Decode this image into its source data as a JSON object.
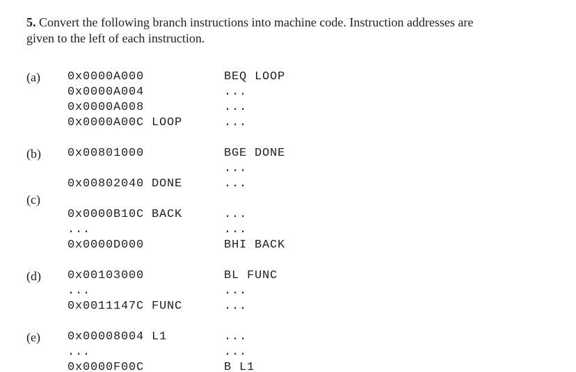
{
  "title": {
    "number": "5.",
    "line1": "Convert the following branch instructions into machine code. Instruction addresses are",
    "line2": "given to the left of each instruction."
  },
  "colors": {
    "background": "#ffffff",
    "text": "#1f1f1f"
  },
  "sections": [
    {
      "id": "a",
      "label": "(a)",
      "label_own_line": false,
      "rows": [
        {
          "address": "0x0000A000",
          "label": "",
          "instruction": "BEQ LOOP"
        },
        {
          "address": "0x0000A004",
          "label": "",
          "instruction": "..."
        },
        {
          "address": "0x0000A008",
          "label": "",
          "instruction": "..."
        },
        {
          "address": "0x0000A00C",
          "label": "LOOP",
          "instruction": "..."
        }
      ]
    },
    {
      "id": "b",
      "label": "(b)",
      "label_own_line": false,
      "rows": [
        {
          "address": "0x00801000",
          "label": "",
          "instruction": "BGE DONE"
        },
        {
          "address": "",
          "label": "",
          "instruction": "..."
        },
        {
          "address": "0x00802040",
          "label": "DONE",
          "instruction": "..."
        }
      ]
    },
    {
      "id": "c",
      "label": "(c)",
      "label_own_line": true,
      "rows": [
        {
          "address": "0x0000B10C",
          "label": "BACK",
          "instruction": "..."
        },
        {
          "address": "...",
          "label": "",
          "instruction": "..."
        },
        {
          "address": "0x0000D000",
          "label": "",
          "instruction": "BHI BACK"
        }
      ]
    },
    {
      "id": "d",
      "label": "(d)",
      "label_own_line": false,
      "rows": [
        {
          "address": "0x00103000",
          "label": "",
          "instruction": "BL FUNC"
        },
        {
          "address": "...",
          "label": "",
          "instruction": "..."
        },
        {
          "address": "0x0011147C",
          "label": "FUNC",
          "instruction": "..."
        }
      ]
    },
    {
      "id": "e",
      "label": "(e)",
      "label_own_line": false,
      "rows": [
        {
          "address": "0x00008004",
          "label": "L1",
          "instruction": "..."
        },
        {
          "address": "...",
          "label": "",
          "instruction": "..."
        },
        {
          "address": "0x0000F00C",
          "label": "",
          "instruction": "B L1"
        }
      ]
    }
  ]
}
